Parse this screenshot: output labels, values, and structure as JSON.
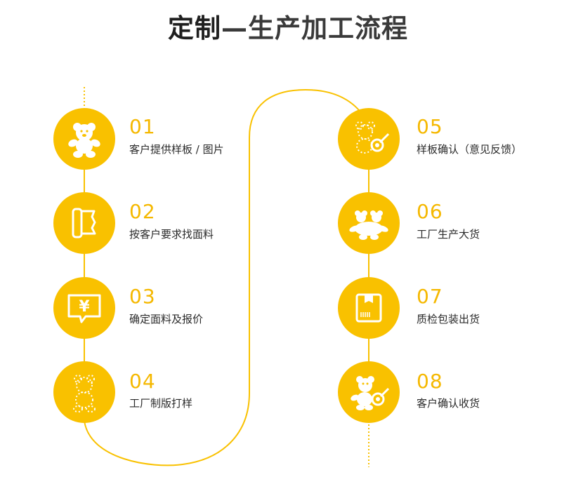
{
  "title": {
    "main": "定制",
    "sub": "—生产加工流程"
  },
  "colors": {
    "accent": "#f9c100",
    "number": "#f5b800",
    "text": "#2a2a2a"
  },
  "steps": [
    {
      "number": "01",
      "label": "客户提供样板 / 图片",
      "icon": "bear-icon"
    },
    {
      "number": "02",
      "label": "按客户要求找面料",
      "icon": "fabric-roll-icon"
    },
    {
      "number": "03",
      "label": "确定面料及报价",
      "icon": "yuan-quote-icon"
    },
    {
      "number": "04",
      "label": "工厂制版打样",
      "icon": "dashed-bear-icon"
    },
    {
      "number": "05",
      "label": "样板确认（意见反馈）",
      "icon": "bear-check-icon"
    },
    {
      "number": "06",
      "label": "工厂生产大货",
      "icon": "bear-group-icon"
    },
    {
      "number": "07",
      "label": "质检包装出货",
      "icon": "package-box-icon"
    },
    {
      "number": "08",
      "label": "客户确认收货",
      "icon": "bear-confirm-icon"
    }
  ]
}
